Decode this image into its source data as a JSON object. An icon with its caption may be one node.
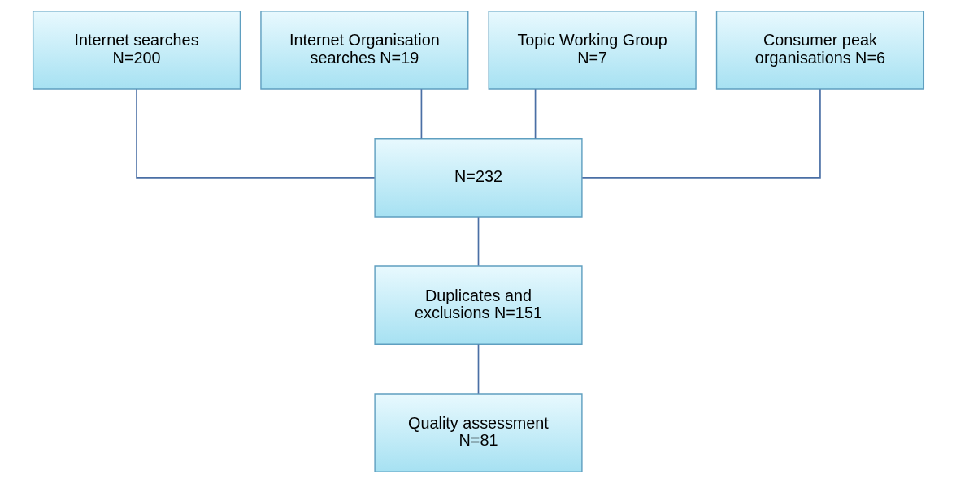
{
  "diagram": {
    "nodes": [
      {
        "text": [
          "Internet searches N=200"
        ]
      },
      {
        "text": [
          "Internet Organisation searches N=19"
        ]
      },
      {
        "text": [
          "Topic Working Group N=7"
        ]
      },
      {
        "text": [
          "Consumer peak organisations N=6"
        ]
      },
      {
        "text": [
          "N=232"
        ]
      },
      {
        "text": [
          "Duplicates and exclusions N=151"
        ]
      },
      {
        "text": [
          "Quality assessment N=81"
        ]
      }
    ],
    "edges": [
      {
        "from": 0,
        "to": 4,
        "arrow": "none"
      },
      {
        "from": 1,
        "to": 4,
        "arrow": "none"
      },
      {
        "from": 2,
        "to": 4,
        "arrow": "none"
      },
      {
        "from": 3,
        "to": 4,
        "arrow": "none"
      },
      {
        "from": 4,
        "to": 5,
        "arrow": "none"
      },
      {
        "from": 5,
        "to": 6,
        "arrow": "none"
      }
    ]
  }
}
